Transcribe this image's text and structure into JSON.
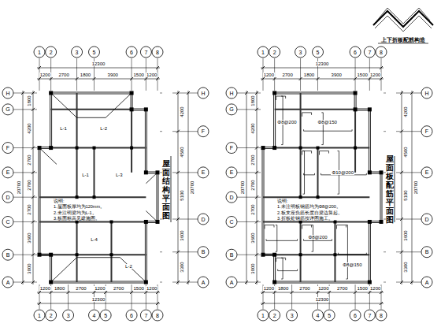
{
  "diagram": {
    "labels": [
      "1200",
      "2700",
      "1800",
      "3900",
      "1500",
      "1200",
      "12300",
      "1200",
      "1800",
      "2700",
      "1200",
      "2700",
      "1500",
      "1200",
      "12300",
      "1800",
      "4200",
      "2700",
      "2700",
      "2700",
      "3600",
      "3000",
      "20700",
      "4200",
      "4500",
      "5100",
      "3600",
      "3300",
      "20700",
      "1",
      "2",
      "3",
      "5",
      "6",
      "7",
      "8",
      "1",
      "2",
      "3",
      "4",
      "5",
      "6",
      "7",
      "8",
      "H",
      "G",
      "F",
      "E",
      "D",
      "C",
      "B",
      "A",
      "H",
      "F",
      "E",
      "D",
      "B",
      "A",
      "屋面结构平面图",
      "L-1",
      "L-2",
      "L-1",
      "L-3",
      "L-4",
      "L-2",
      "说明:",
      "1.屋面板厚均为120mm。",
      "2.未注明梁均为L-1。",
      "3.板面标高见建施图。",
      "1200",
      "2700",
      "1800",
      "3900",
      "1500",
      "1200",
      "12300",
      "1200",
      "1800",
      "2700",
      "1200",
      "2700",
      "1500",
      "1200",
      "12300",
      "1800",
      "4200",
      "2700",
      "2700",
      "2700",
      "3600",
      "3000",
      "20700",
      "4200",
      "4500",
      "5100",
      "3600",
      "3300",
      "20700",
      "1",
      "2",
      "3",
      "5",
      "6",
      "7",
      "8",
      "1",
      "2",
      "3",
      "4",
      "5",
      "6",
      "7",
      "8",
      "H",
      "G",
      "F",
      "E",
      "D",
      "C",
      "B",
      "A",
      "H",
      "F",
      "E",
      "D",
      "B",
      "A",
      "屋面板配筋平面图",
      "Φ8@200",
      "Φ8@150",
      "Φ10@200",
      "Φ8@200",
      "Φ8@150",
      "说明:",
      "1.未注明板钢筋均为Φ8@200。",
      "2.板支座负筋长度自梁边算起。",
      "3.折板处钢筋按详图施工。",
      "上下折板配筋构造"
    ]
  }
}
